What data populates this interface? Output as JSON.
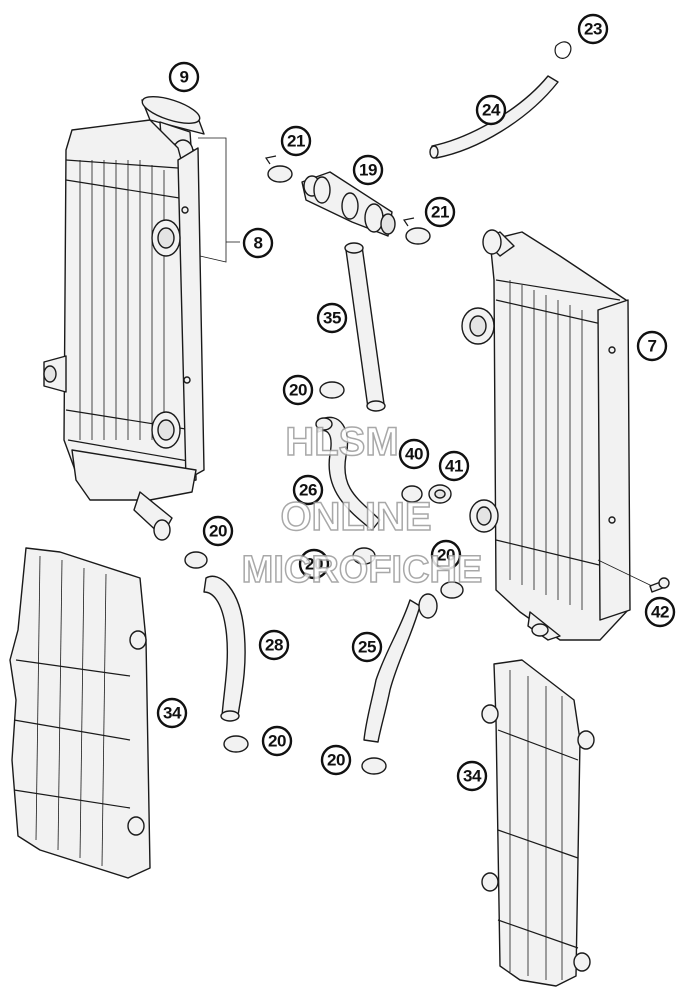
{
  "watermark": {
    "line1": "HLSM",
    "line2": "ONLINE",
    "line3": "MICROFICHE"
  },
  "callouts": [
    "9",
    "23",
    "24",
    "21",
    "19",
    "8",
    "21",
    "35",
    "7",
    "20",
    "40",
    "41",
    "26",
    "20",
    "20",
    "20",
    "28",
    "25",
    "42",
    "34",
    "20",
    "20",
    "34"
  ],
  "colors": {
    "ink": "#1a1a1a",
    "part_fill": "#f2f2f2",
    "watermark_outline": "#9a9a9a"
  }
}
